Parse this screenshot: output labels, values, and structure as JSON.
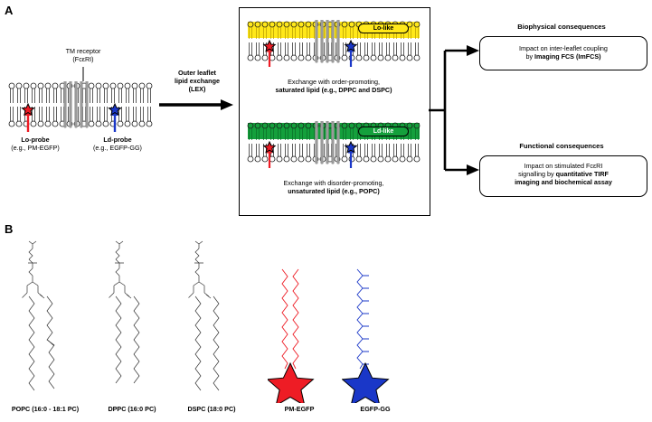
{
  "panels": {
    "a_letter": "A",
    "b_letter": "B"
  },
  "panelA": {
    "tm_receptor": {
      "line1": "TM receptor",
      "line2": "(FcεRI)"
    },
    "lo_probe": {
      "line1": "Lo-probe",
      "line2": "(e.g., PM-EGFP)"
    },
    "ld_probe": {
      "line1": "Ld-probe",
      "line2": "(e.g., EGFP-GG)"
    },
    "lex_arrow": {
      "line1": "Outer leaflet",
      "line2": "lipid exchange",
      "line3": "(LEX)"
    },
    "lo_like_chip": "Lo-like",
    "ld_like_chip": "Ld-like",
    "caption_top": {
      "line1": "Exchange with order-promoting,",
      "line2": "saturated lipid (e.g., DPPC and DSPC)"
    },
    "caption_bottom": {
      "line1": "Exchange with disorder-promoting,",
      "line2": "unsaturated lipid (e.g., POPC)"
    },
    "biophysical": {
      "heading": "Biophysical consequences",
      "body_line1": "Impact on inter-leaflet coupling",
      "body_line2_pre": "by ",
      "body_line2_bold": "Imaging FCS (ImFCS)"
    },
    "functional": {
      "heading": "Functional consequences",
      "body_line1": "Impact on stimulated FcεRI",
      "body_line2_pre": "signalling by ",
      "body_line2_bold": "quantitative TIRF",
      "body_line3_bold": "imaging and biochemical assay"
    }
  },
  "panelB": {
    "lipids": [
      {
        "name": "POPC (16:0 - 18:1 PC)"
      },
      {
        "name": "DPPC (16:0 PC)"
      },
      {
        "name": "DSPC (18:0 PC)"
      }
    ],
    "probes": [
      {
        "name": "PM-EGFP",
        "color": "#ee1c25"
      },
      {
        "name": "EGFP-GG",
        "color": "#1a37c8"
      }
    ]
  },
  "colors": {
    "lo_yellow": "#ffe81a",
    "ld_green": "#14a03c",
    "probe_red": "#ee1c25",
    "probe_blue": "#1a37c8",
    "protein_grey": "#9a9a9a",
    "outline": "#000000"
  }
}
